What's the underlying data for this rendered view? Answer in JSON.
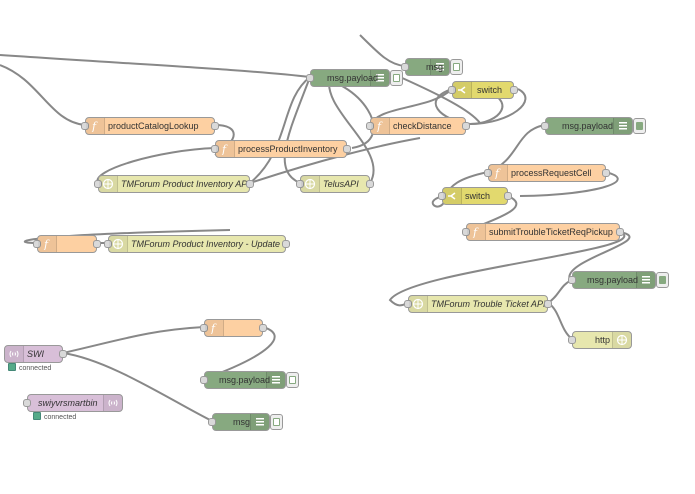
{
  "colors": {
    "function": "#fdd0a2",
    "debug": "#87a980",
    "switch": "#e2d96e",
    "http_api": "#e7e7ae",
    "mqtt": "#d8bfd8",
    "wire": "#888888",
    "status_ok": "#55aa88"
  },
  "nodes": {
    "msg_payload_top": {
      "label": "msg.payload",
      "icon": "list-icon"
    },
    "msg_top": {
      "label": "msg",
      "icon": "list-icon"
    },
    "switch_top": {
      "label": "switch",
      "icon": "switch-icon"
    },
    "product_catalog_lookup": {
      "label": "productCatalogLookup",
      "icon": "function-icon"
    },
    "check_distance": {
      "label": "checkDistance",
      "icon": "function-icon"
    },
    "msg_payload_right": {
      "label": "msg.payload",
      "icon": "list-icon"
    },
    "process_product_inventory": {
      "label": "processProductInventory",
      "icon": "function-icon"
    },
    "tmforum_product_inventory_api": {
      "label": "TMForum Product Inventory API",
      "icon": "globe-icon"
    },
    "telus_api": {
      "label": "TelusAPI",
      "icon": "globe-icon"
    },
    "process_request_cell": {
      "label": "processRequestCell",
      "icon": "function-icon"
    },
    "switch_mid": {
      "label": "switch",
      "icon": "switch-icon"
    },
    "submit_trouble_ticket": {
      "label": "submitTroubleTicketReqPickup",
      "icon": "function-icon"
    },
    "function_unnamed_left": {
      "label": "",
      "icon": "function-icon"
    },
    "tmforum_inventory_update": {
      "label": "TMForum Product Inventory - Update",
      "icon": "globe-icon"
    },
    "msg_payload_right2": {
      "label": "msg.payload",
      "icon": "list-icon"
    },
    "tmforum_trouble_ticket_api": {
      "label": "TMForum Trouble Ticket API",
      "icon": "globe-icon"
    },
    "http_node": {
      "label": "http",
      "icon": "globe-icon"
    },
    "function_unnamed_bottom": {
      "label": "",
      "icon": "function-icon"
    },
    "swi_mqtt": {
      "label": "SWI",
      "icon": "wifi-icon",
      "status": "connected"
    },
    "msg_payload_bottom": {
      "label": "msg.payload",
      "icon": "list-icon"
    },
    "swiyvrsmartbin": {
      "label": "swiyvrsmartbin",
      "icon": "wifi-icon",
      "status": "connected"
    },
    "msg_bottom": {
      "label": "msg",
      "icon": "list-icon"
    }
  }
}
